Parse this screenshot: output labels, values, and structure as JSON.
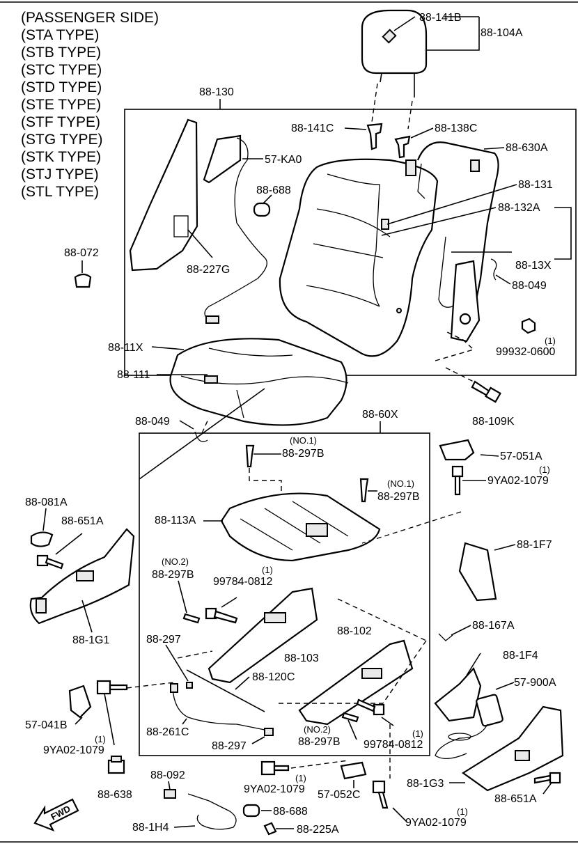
{
  "header_lines": [
    "(PASSENGER SIDE)",
    "(STA TYPE)",
    "(STB TYPE)",
    "(STC TYPE)",
    "(STD TYPE)",
    "(STE TYPE)",
    "(STF TYPE)",
    "(STG TYPE)",
    "(STK TYPE)",
    "(STJ TYPE)",
    "(STL TYPE)"
  ],
  "parts": {
    "p88_141B": "88-141B",
    "p88_104A": "88-104A",
    "p88_130": "88-130",
    "p88_141C": "88-141C",
    "p88_138C": "88-138C",
    "p88_630A": "88-630A",
    "p57_KA0": "57-KA0",
    "p88_131": "88-131",
    "p88_688_top": "88-688",
    "p88_132A": "88-132A",
    "p88_072": "88-072",
    "p88_227G": "88-227G",
    "p88_13X": "88-13X",
    "p88_049_top": "88-049",
    "p99932_0600": "99932-0600",
    "qty_99932": "(1)",
    "p88_11X": "88-11X",
    "p88_111": "88-111",
    "p88_109K": "88-109K",
    "p88_049_mid": "88-049",
    "p88_60X": "88-60X",
    "no1_a": "(NO.1)",
    "p88_297B_a": "88-297B",
    "p57_051A": "57-051A",
    "no1_b": "(NO.1)",
    "p88_297B_b": "88-297B",
    "qty_9YA_a": "(1)",
    "p9YA02_1079_a": "9YA02-1079",
    "p88_081A": "88-081A",
    "p88_651A_left": "88-651A",
    "p88_113A": "88-113A",
    "p88_1F7": "88-1F7",
    "no2_a": "(NO.2)",
    "p88_297B_c": "88-297B",
    "qty_99784_a": "(1)",
    "p99784_0812_a": "99784-0812",
    "p88_1G1": "88-1G1",
    "p88_167A": "88-167A",
    "p88_102": "88-102",
    "p88_297_a": "88-297",
    "p88_103": "88-103",
    "p88_1F4": "88-1F4",
    "p88_120C": "88-120C",
    "p57_900A": "57-900A",
    "p57_041B": "57-041B",
    "qty_9YA_b": "(1)",
    "p9YA02_1079_b": "9YA02-1079",
    "p88_261C": "88-261C",
    "no2_b": "(NO.2)",
    "p88_297B_d": "88-297B",
    "qty_99784_b": "(1)",
    "p99784_0812_b": "99784-0812",
    "p88_297_b": "88-297",
    "p88_638": "88-638",
    "p88_092": "88-092",
    "qty_9YA_c": "(1)",
    "p9YA02_1079_c": "9YA02-1079",
    "p57_052C": "57-052C",
    "p88_1G3": "88-1G3",
    "p88_651A_right": "88-651A",
    "p88_688_bottom": "88-688",
    "qty_9YA_d": "(1)",
    "p9YA02_1079_d": "9YA02-1079",
    "p88_1H4": "88-1H4",
    "p88_225A": "88-225A",
    "fwd": "FWD"
  }
}
